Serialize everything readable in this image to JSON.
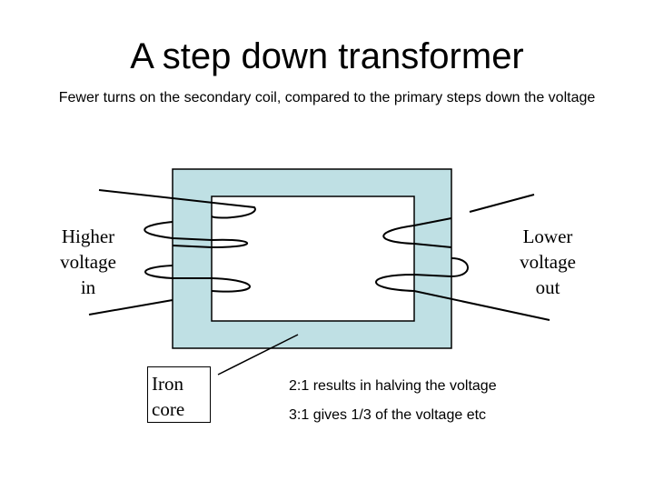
{
  "title": "A step down transformer",
  "subtitle": "Fewer turns on the secondary coil, compared to the primary steps down the voltage",
  "labels": {
    "primary": [
      "Higher",
      "voltage",
      "in"
    ],
    "secondary": [
      "Lower",
      "voltage",
      "out"
    ],
    "core": [
      "Iron",
      "core"
    ]
  },
  "notes": [
    "2:1 results in halving the voltage",
    "3:1 gives 1/3 of the voltage etc"
  ],
  "colors": {
    "core_fill": "#bfe0e4",
    "line": "#000000"
  }
}
